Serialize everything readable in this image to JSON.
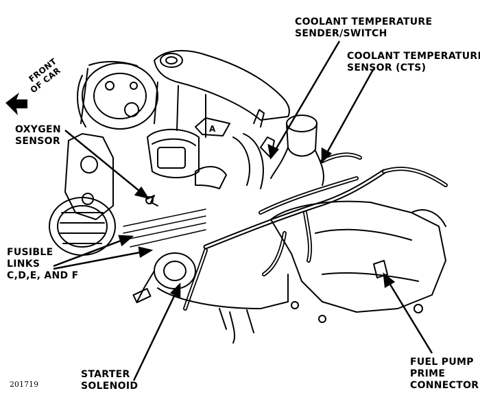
{
  "labels": {
    "coolant_temp_sender": [
      "COOLANT TEMPERATURE",
      "SENDER/SWITCH"
    ],
    "coolant_temp_sensor": [
      "COOLANT TEMPERATURE",
      "SENSOR (CTS)"
    ],
    "front_of_car": [
      "FRONT",
      "OF CAR"
    ],
    "oxygen_sensor": [
      "OXYGEN",
      "SENSOR"
    ],
    "fusible_links": [
      "FUSIBLE",
      "LINKS",
      "C,D,E, AND F"
    ],
    "starter_solenoid": [
      "STARTER",
      "SOLENOID"
    ],
    "fuel_pump_prime": [
      "FUEL PUMP",
      "PRIME",
      "CONNECTOR"
    ],
    "view_marker": "A"
  },
  "figure_number": "201719"
}
